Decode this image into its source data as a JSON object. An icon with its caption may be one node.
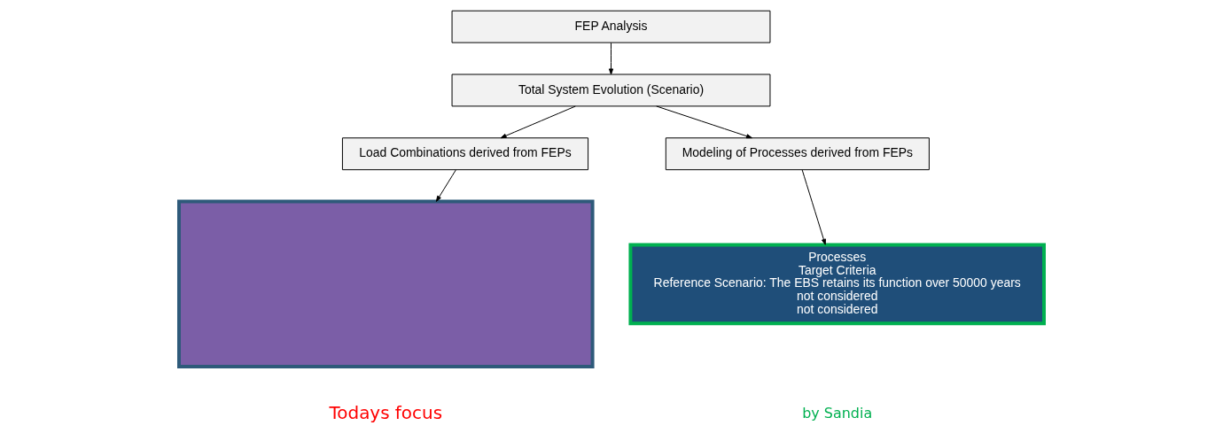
{
  "diagram": {
    "nodes": [
      {
        "text": [
          "FEP Analysis"
        ]
      },
      {
        "text": [
          "Total System Evolution (Scenario)"
        ]
      },
      {
        "text": [
          "Load Combinations derived from FEPs"
        ]
      },
      {
        "text": [
          "Modeling of Processes derived from FEPs"
        ]
      },
      {
        "text": [],
        "shape": "box"
      },
      {
        "text": [
          "Processes",
          "Target Criteria",
          "Reference Scenario: The EBS retains its function over 50000 years",
          "not considered",
          "not considered"
        ]
      }
    ],
    "edges": [
      {
        "from": 0,
        "to": 1,
        "arrow": "to"
      },
      {
        "from": 1,
        "to": 2,
        "arrow": "to"
      },
      {
        "from": 1,
        "to": 3,
        "arrow": "to"
      },
      {
        "from": 2,
        "to": 4,
        "arrow": "to"
      },
      {
        "from": 3,
        "to": 5,
        "arrow": "to"
      }
    ],
    "labels": [
      "Todays focus",
      "by Sandia"
    ]
  }
}
